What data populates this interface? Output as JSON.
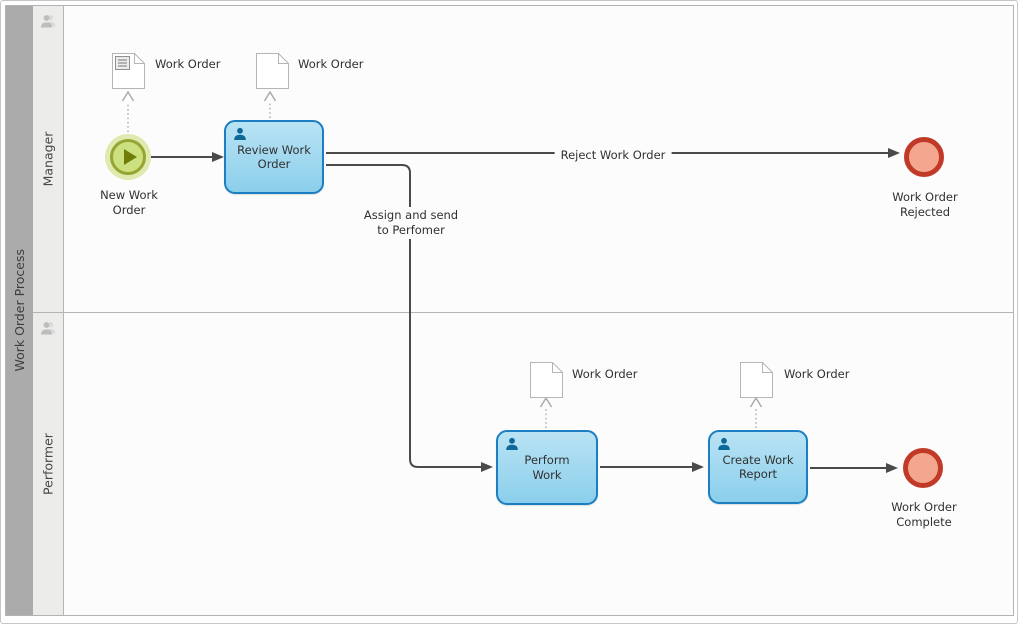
{
  "pool": {
    "title": "Work Order Process"
  },
  "lanes": [
    {
      "name": "Manager"
    },
    {
      "name": "Performer"
    }
  ],
  "events": {
    "start": {
      "label": "New Work\nOrder"
    },
    "rejected": {
      "label": "Work Order\nRejected"
    },
    "complete": {
      "label": "Work Order\nComplete"
    }
  },
  "tasks": {
    "review": {
      "label": "Review Work\nOrder"
    },
    "perform": {
      "label": "Perform\nWork"
    },
    "report": {
      "label": "Create Work\nReport"
    }
  },
  "artifacts": {
    "doc1": {
      "label": "Work Order",
      "type": "document-with-text"
    },
    "doc2": {
      "label": "Work Order",
      "type": "document"
    },
    "doc3": {
      "label": "Work Order",
      "type": "document"
    },
    "doc4": {
      "label": "Work Order",
      "type": "document"
    }
  },
  "flows": {
    "reject": {
      "label": "Reject Work Order"
    },
    "assign": {
      "label": "Assign and send\nto Perfomer"
    }
  },
  "icons": {
    "lane_header": "person-icon",
    "task_marker": "user-task-person-icon",
    "start_marker": "play-icon",
    "artifact": "document-icon"
  },
  "colors": {
    "task_fill_top": "#b9e3f4",
    "task_fill_bottom": "#8bcfec",
    "task_border": "#1b7fc2",
    "task_person": "#0d6898",
    "start_halo": "#dfeaae",
    "start_fill": "#cde07f",
    "start_border": "#95a433",
    "start_triangle": "#6f7d08",
    "end_fill": "#f5a68f",
    "end_border": "#c13a27",
    "flow_line": "#4a4a4a",
    "association_line": "#a8a8a8",
    "pool_bar": "#ababab",
    "lane_strip": "#ececeb",
    "lane_body": "#fcfcfc"
  }
}
